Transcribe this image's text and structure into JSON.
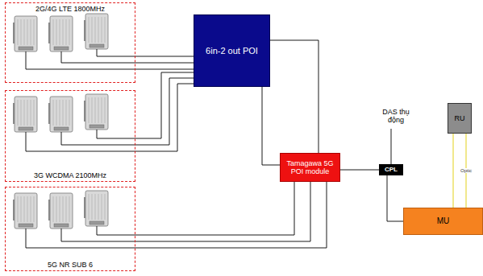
{
  "diagram": {
    "nodes": [
      {
        "text": [
          "2G/4G LTE 1800MHz"
        ]
      },
      {
        "text": [
          "3G WCDMA 2100MHz"
        ]
      },
      {
        "text": [
          "5G NR SUB 6"
        ]
      },
      {
        "text": [
          "6in-2 out POI"
        ]
      },
      {
        "text": [
          "Tamagawa 5G POI module"
        ]
      },
      {
        "text": [
          "DAS thụ động"
        ]
      },
      {
        "text": [
          "CPL"
        ]
      },
      {
        "text": [
          "RU"
        ]
      },
      {
        "text": [
          "MU"
        ]
      }
    ],
    "edges": [
      {
        "from": 0,
        "to": 3,
        "arrow": "none"
      },
      {
        "from": 1,
        "to": 3,
        "arrow": "none"
      },
      {
        "from": 3,
        "to": 4,
        "arrow": "none"
      },
      {
        "from": 2,
        "to": 4,
        "arrow": "none"
      },
      {
        "from": 4,
        "to": 6,
        "arrow": "none"
      },
      {
        "from": 6,
        "to": 5,
        "arrow": "none"
      },
      {
        "from": 7,
        "to": 8,
        "label": "Optic",
        "arrow": "none"
      },
      {
        "from": 6,
        "to": 8,
        "arrow": "none"
      }
    ]
  }
}
